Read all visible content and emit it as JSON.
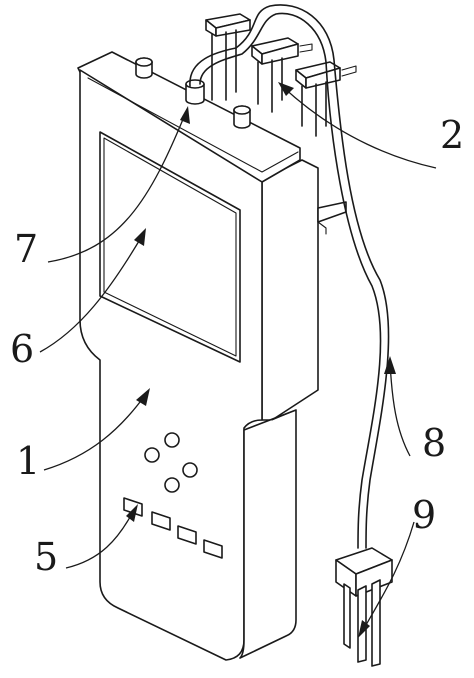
{
  "labels": {
    "body": "1",
    "probe_clips": "2",
    "buttons": "5",
    "screen": "6",
    "connector": "7",
    "cable": "8",
    "probe": "9"
  },
  "colors": {
    "stroke": "#1a1a1a",
    "background": "#ffffff"
  }
}
